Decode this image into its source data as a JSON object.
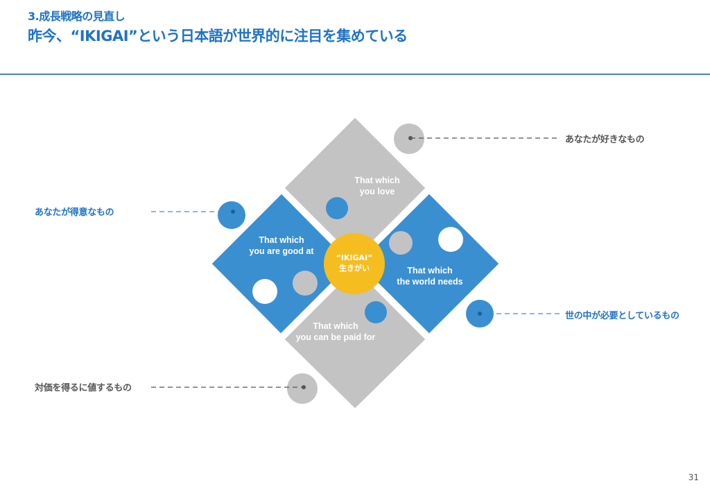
{
  "header": {
    "section": "3.成長戦略の見直し",
    "headline": "昨今、“IKIGAI”という日本語が世界的に注目を集めている"
  },
  "pieces": {
    "love": "That which\nyou love",
    "good": "That which\nyou are good at",
    "world": "That which\nthe world needs",
    "paid": "That which\nyou can be paid for"
  },
  "center": {
    "line1": "“IKIGAI”",
    "line2": "生きがい"
  },
  "labels": {
    "love": "あなたが好きなもの",
    "good": "あなたが得意なもの",
    "world": "世の中が必要としているもの",
    "paid": "対価を得るに値するもの"
  },
  "colors": {
    "gray_piece": "#c3c3c3",
    "blue_piece": "#3a8fd0",
    "center": "#f5bd1f",
    "title": "#1f73c6"
  },
  "page_number": "31"
}
